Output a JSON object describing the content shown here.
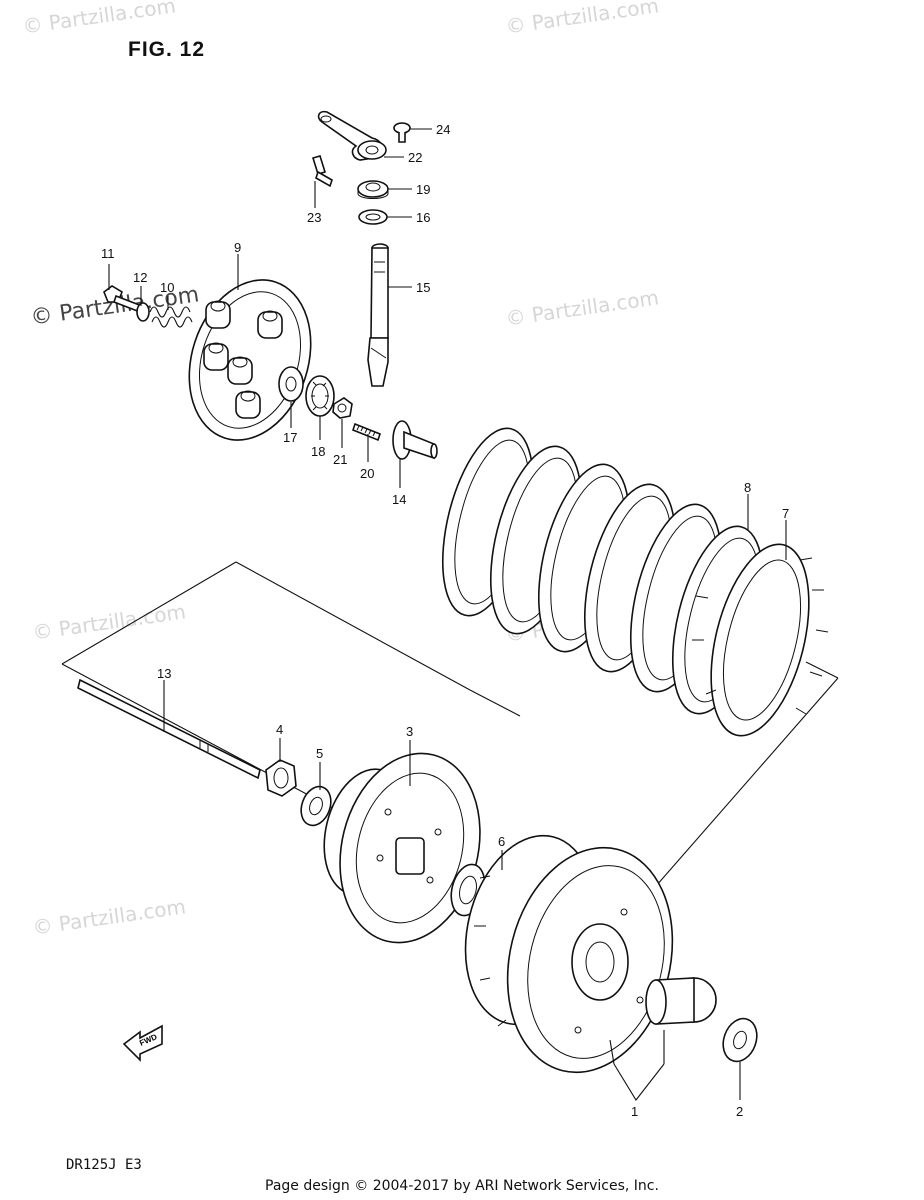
{
  "title": "FIG. 12",
  "model_code": "DR125J  E3",
  "footer": "Page design © 2004-2017 by ARI Network Services, Inc.",
  "watermark": "© Partzilla.com",
  "fwd_label": "FWD",
  "callouts": {
    "c1": "1",
    "c2": "2",
    "c3": "3",
    "c4": "4",
    "c5": "5",
    "c6": "6",
    "c7": "7",
    "c8": "8",
    "c9": "9",
    "c10": "10",
    "c11": "11",
    "c12": "12",
    "c13": "13",
    "c14": "14",
    "c15": "15",
    "c16": "16",
    "c17": "17",
    "c18": "18",
    "c19": "19",
    "c20": "20",
    "c21": "21",
    "c22": "22",
    "c23": "23",
    "c24": "24"
  }
}
